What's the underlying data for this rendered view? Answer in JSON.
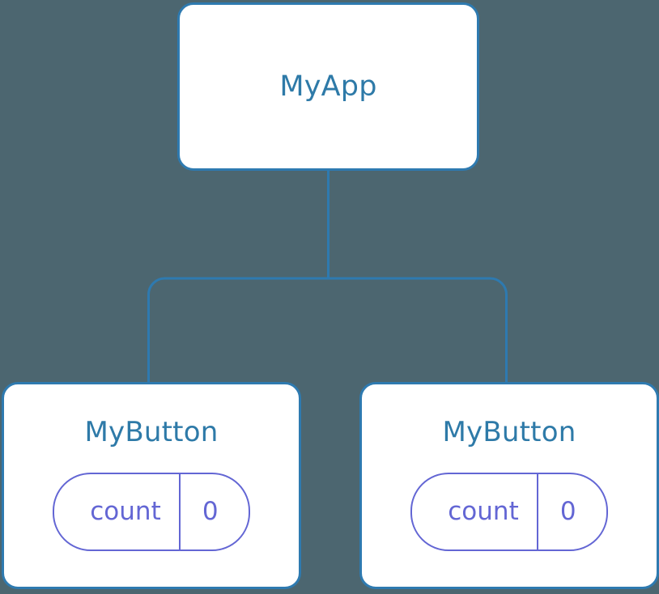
{
  "diagram": {
    "type": "component-tree",
    "background_color": "#4C6670",
    "node_border_color": "#2E7AB0",
    "node_title_color": "#2E7AA8",
    "state_color": "#6366D4",
    "edge_color": "#2E7AB0"
  },
  "root": {
    "title": "MyApp"
  },
  "children": [
    {
      "title": "MyButton",
      "state": {
        "key": "count",
        "value": "0"
      }
    },
    {
      "title": "MyButton",
      "state": {
        "key": "count",
        "value": "0"
      }
    }
  ]
}
